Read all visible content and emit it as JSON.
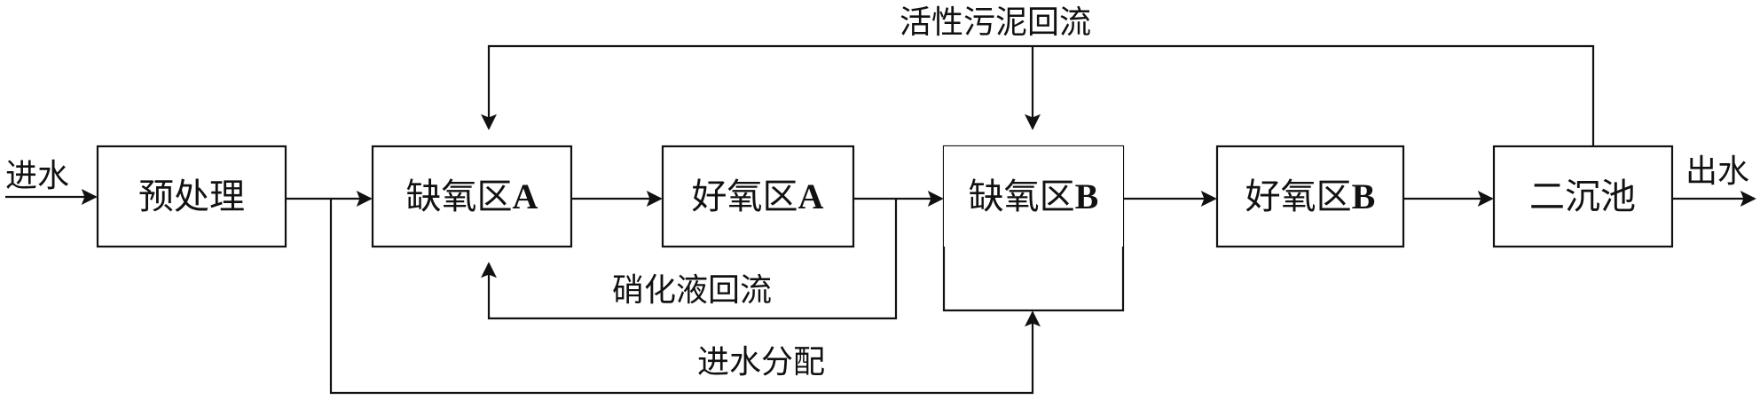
{
  "diagram": {
    "nodes": {
      "pretreatment": "预处理",
      "anoxic_a": {
        "zh": "缺氧区",
        "suffix": "A"
      },
      "aerobic_a": {
        "zh": "好氧区",
        "suffix": "A"
      },
      "anoxic_b": {
        "zh": "缺氧区",
        "suffix": "B"
      },
      "aerobic_b": {
        "zh": "好氧区",
        "suffix": "B"
      },
      "secondary_clarifier": "二沉池"
    },
    "flows": {
      "inflow": "进水",
      "outflow": "出水",
      "sludge_return": "活性污泥回流",
      "nitrified_liquid_return": "硝化液回流",
      "influent_distribution": "进水分配"
    }
  },
  "colors": {
    "stroke": "#111111",
    "background": "#ffffff"
  }
}
